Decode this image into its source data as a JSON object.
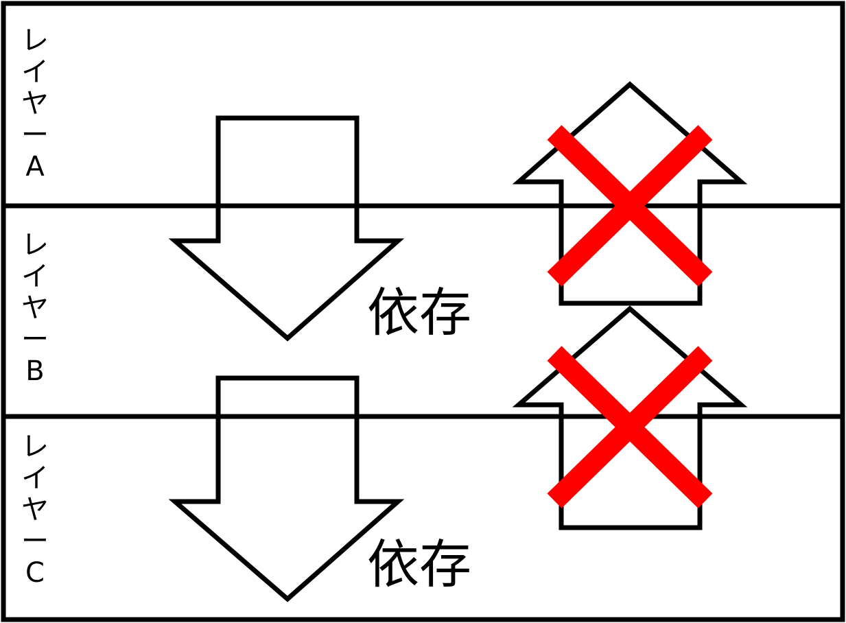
{
  "layers": [
    {
      "name": "レイヤーA",
      "label_lines": "レ\nイ\nヤ\nー\nA"
    },
    {
      "name": "レイヤーB",
      "label_lines": "レ\nイ\nヤ\nー\nB"
    },
    {
      "name": "レイヤーC",
      "label_lines": "レ\nイ\nヤ\nー\nC"
    }
  ],
  "dependencies": [
    {
      "from": "レイヤーA",
      "to": "レイヤーB",
      "direction": "down",
      "allowed": true,
      "label": "依存"
    },
    {
      "from": "レイヤーB",
      "to": "レイヤーC",
      "direction": "down",
      "allowed": true,
      "label": "依存"
    },
    {
      "from": "レイヤーB",
      "to": "レイヤーA",
      "direction": "up",
      "allowed": false
    },
    {
      "from": "レイヤーC",
      "to": "レイヤーB",
      "direction": "up",
      "allowed": false
    }
  ],
  "colors": {
    "stroke": "#000000",
    "forbidden_mark": "#ff0000",
    "background": "#ffffff"
  }
}
